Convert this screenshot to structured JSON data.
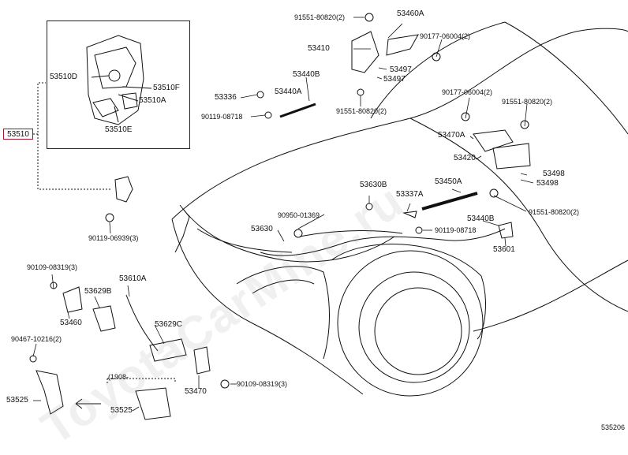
{
  "diagram": {
    "highlight_label": "53510",
    "watermark": "ToyotaCarMine.ru",
    "drawing_number": "535206",
    "inset_labels": {
      "top_left": "53510D",
      "right_upper": "53510F",
      "right_lower": "53510A",
      "bottom": "53510E"
    },
    "parts": {
      "p91551_top": "91551-80820(2)",
      "p53460A": "53460A",
      "p90177_top": "90177-06004(2)",
      "p53410": "53410",
      "p53497a": "53497",
      "p53497b": "53497",
      "p53440B": "53440B",
      "p53336": "53336",
      "p53440A": "53440A",
      "p90119_08718_left": "90119-08718",
      "p91551_mid": "91551-80820(2)",
      "p90177_right": "90177-06004(2)",
      "p91551_right": "91551-80820(2)",
      "p53470A": "53470A",
      "p53420": "53420",
      "p53498a": "53498",
      "p53498b": "53498",
      "p91551_lower": "91551-80820(2)",
      "p53450A": "53450A",
      "p53630B": "53630B",
      "p53337A": "53337A",
      "p90950": "90950-01369",
      "p53440B_lower": "53440B",
      "p90119_08718_mid": "90119-08718",
      "p53630": "53630",
      "p53601": "53601",
      "p90119_06939": "90119-06939(3)",
      "p90109_top": "90109-08319(3)",
      "p53629B": "53629B",
      "p53610A": "53610A",
      "p53460": "53460",
      "p53629C": "53629C",
      "p90467": "90467-10216(2)",
      "p53470": "53470",
      "p90109_bottom": "90109-08319(3)",
      "p1908": "(1908-",
      "p53525_left": "53525",
      "p53525_right": "53525"
    }
  }
}
